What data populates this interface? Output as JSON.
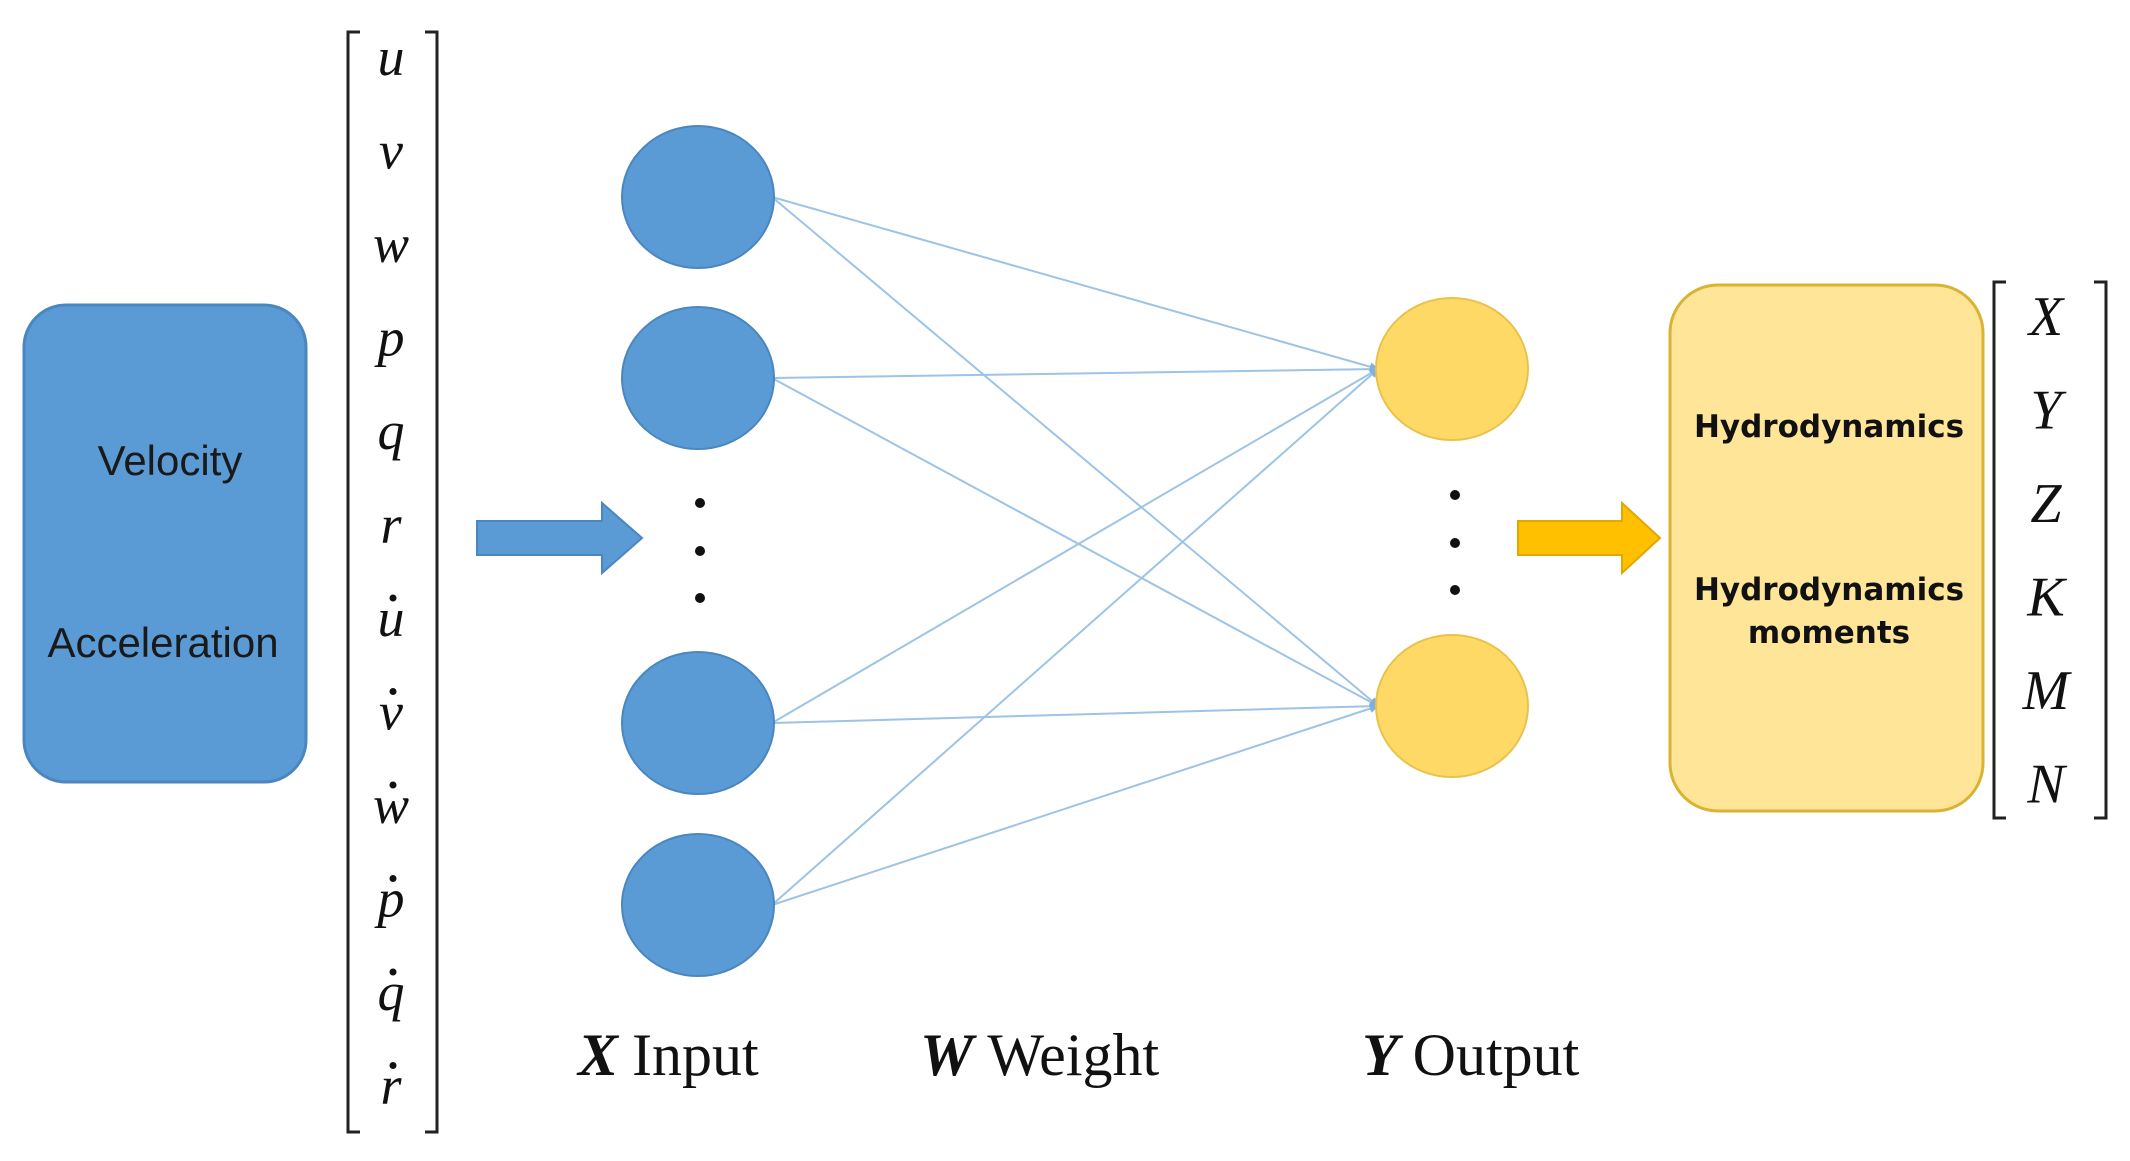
{
  "input_box": {
    "line1": "Velocity",
    "line2": "Acceleration"
  },
  "input_vector": {
    "symbols": [
      "u",
      "v",
      "w",
      "p",
      "q",
      "r",
      "u",
      "v",
      "w",
      "p",
      "q",
      "r"
    ],
    "dotted": [
      false,
      false,
      false,
      false,
      false,
      false,
      true,
      true,
      true,
      true,
      true,
      true
    ]
  },
  "output_box": {
    "line1": "Hydrodynamics",
    "line2": "Hydrodynamics",
    "line3": "moments"
  },
  "output_vector": {
    "symbols": [
      "X",
      "Y",
      "Z",
      "K",
      "M",
      "N"
    ]
  },
  "labels": {
    "input_symbol": "X",
    "input_word": "Input",
    "weight_symbol": "W",
    "weight_word": "Weight",
    "output_symbol": "Y",
    "output_word": "Output"
  },
  "colors": {
    "input_fill": "#5b9bd5",
    "input_stroke": "#4a86c0",
    "output_fill": "#ffd966",
    "output_box_fill": "#ffe598",
    "output_stroke": "#d9b332",
    "arrow_out": "#ffc000",
    "connection": "#9dc3e6"
  }
}
